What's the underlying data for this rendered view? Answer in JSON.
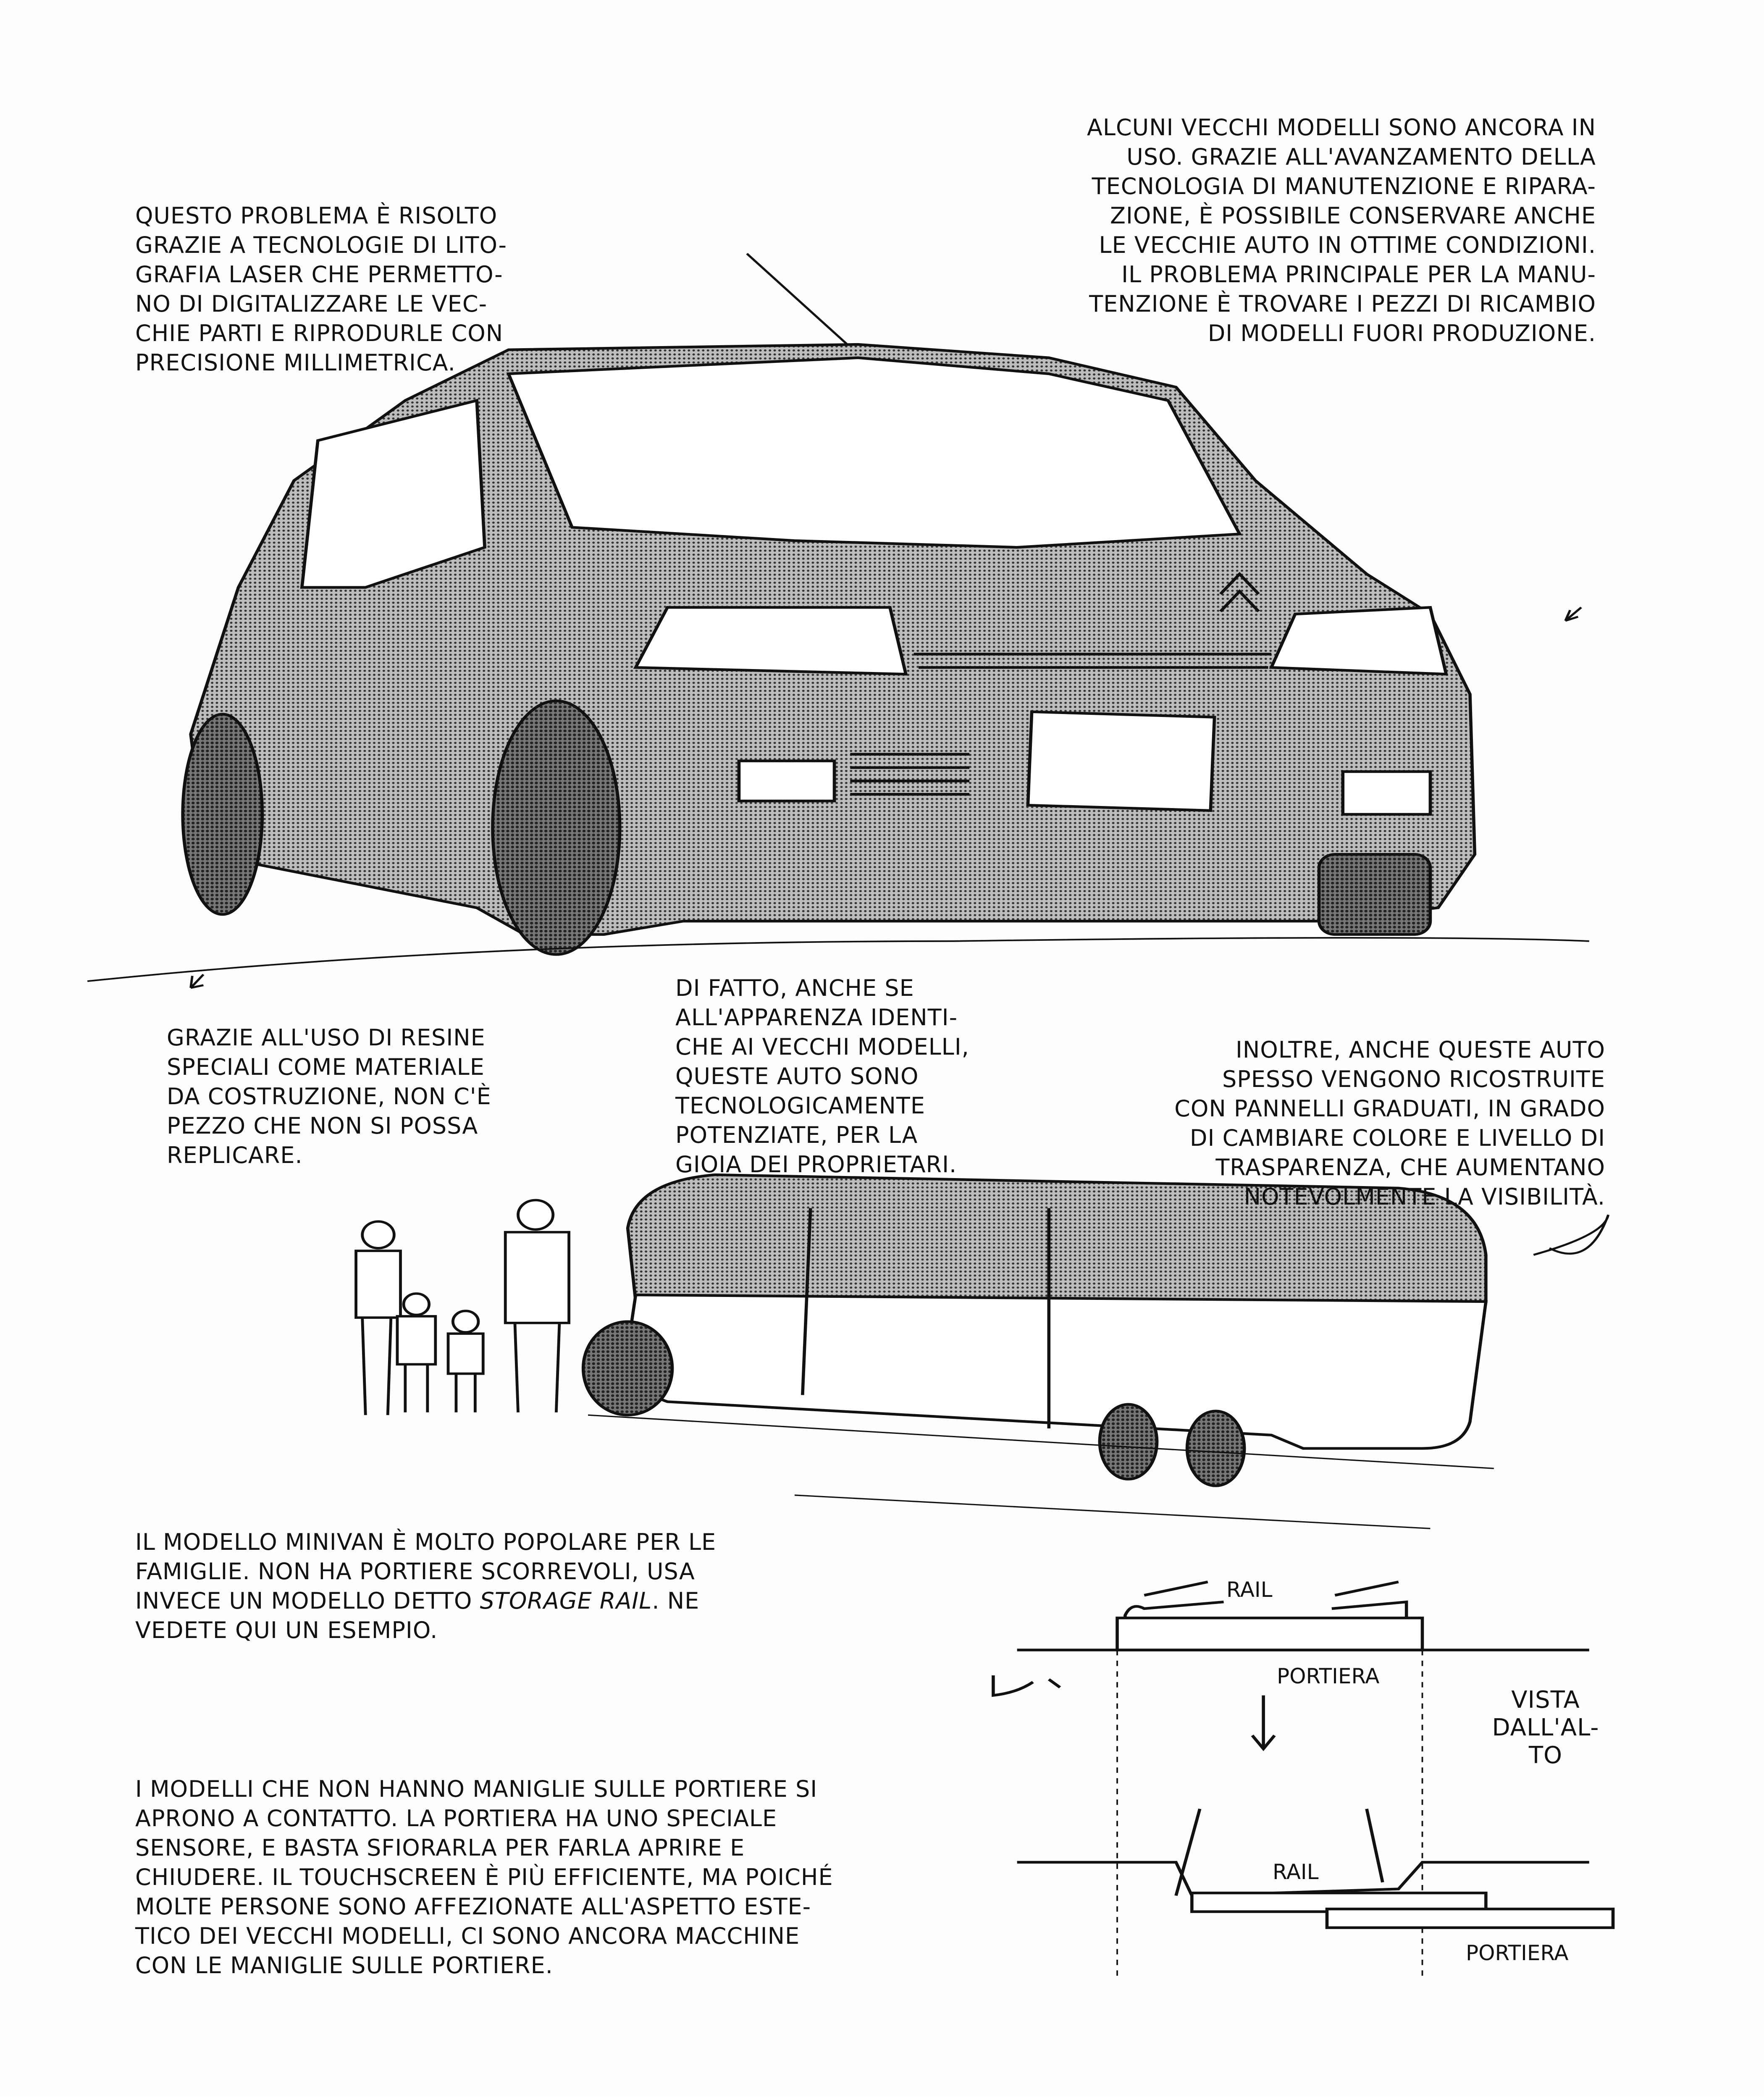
{
  "captions": {
    "laser": "Questo problema è risolto\ngrazie a tecnologie di lito-\ngrafia laser che permetto-\nno di digitalizzare le vec-\nchie parti e riprodurle con\nprecisione millimetrica.",
    "maintenance": "Alcuni vecchi modelli sono ancora in\nuso. Grazie all'avanzamento della\ntecnologia di manutenzione e ripara-\nzione, è possibile conservare anche\nle vecchie auto in ottime condizioni.\nIl problema principale per la manu-\ntenzione è trovare i pezzi di ricambio\ndi modelli fuori produzione.",
    "resins": "Grazie all'uso di resine\nspeciali come materiale\nda costruzione, non c'è\npezzo che non si possa\nreplicare.",
    "upgraded": "Di fatto, anche se\nall'apparenza identi-\nche ai vecchi modelli,\nqueste auto sono\ntecnologicamente\npotenziate, per la\ngioia dei proprietari.",
    "panels": "Inoltre, anche queste auto\nspesso vengono ricostruite\ncon pannelli graduati, in grado\ndi cambiare colore e livello di\ntrasparenza, che aumentano\nnotevolmente la visibilità.",
    "minivan_a": "Il modello minivan è molto popolare per le\nfamiglie. Non ha portiere scorrevoli, usa\ninvece un modello detto ",
    "minivan_italic": "storage rail",
    "minivan_b": ". Ne\nvedete qui un esempio.",
    "handles": "I modelli che non hanno maniglie sulle portiere si\naprono a contatto. La portiera ha uno speciale\nsensore, e basta sfiorarla per farla aprire e\nchiudere. Il touchscreen è più efficiente, ma poiché\nmolte persone sono affezionate all'aspetto este-\ntico dei vecchi modelli, ci sono ancora macchine\ncon le maniglie sulle portiere."
  },
  "diagram": {
    "rail_top": "RAIL",
    "door_top": "PORTIERA",
    "view_label": "VISTA\nDALL'AL-\nTO",
    "rail_bottom": "RAIL",
    "door_bottom": "PORTIERA"
  },
  "colors": {
    "ink": "#111111",
    "screentone": "#8a8a8a",
    "paper": "#fefefe"
  }
}
